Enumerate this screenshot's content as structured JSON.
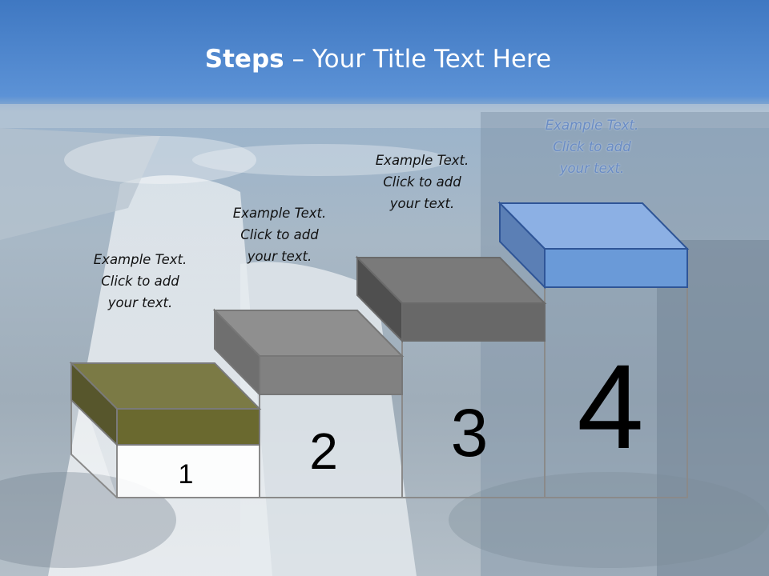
{
  "title": {
    "bold": "Steps",
    "rest": " – Your Title Text Here"
  },
  "steps": [
    {
      "number": "1",
      "lines": [
        "Example Text.",
        "Click  to add",
        "your text."
      ],
      "color": "#6b6b35"
    },
    {
      "number": "2",
      "lines": [
        "Example Text.",
        "Click  to add",
        "your text."
      ],
      "color": "#808080"
    },
    {
      "number": "3",
      "lines": [
        "Example Text.",
        "Click  to add",
        "your text."
      ],
      "color": "#6e6e6e"
    },
    {
      "number": "4",
      "lines": [
        "Example Text.",
        "Click  to add",
        "your text."
      ],
      "color": "#6f9ad6"
    }
  ]
}
